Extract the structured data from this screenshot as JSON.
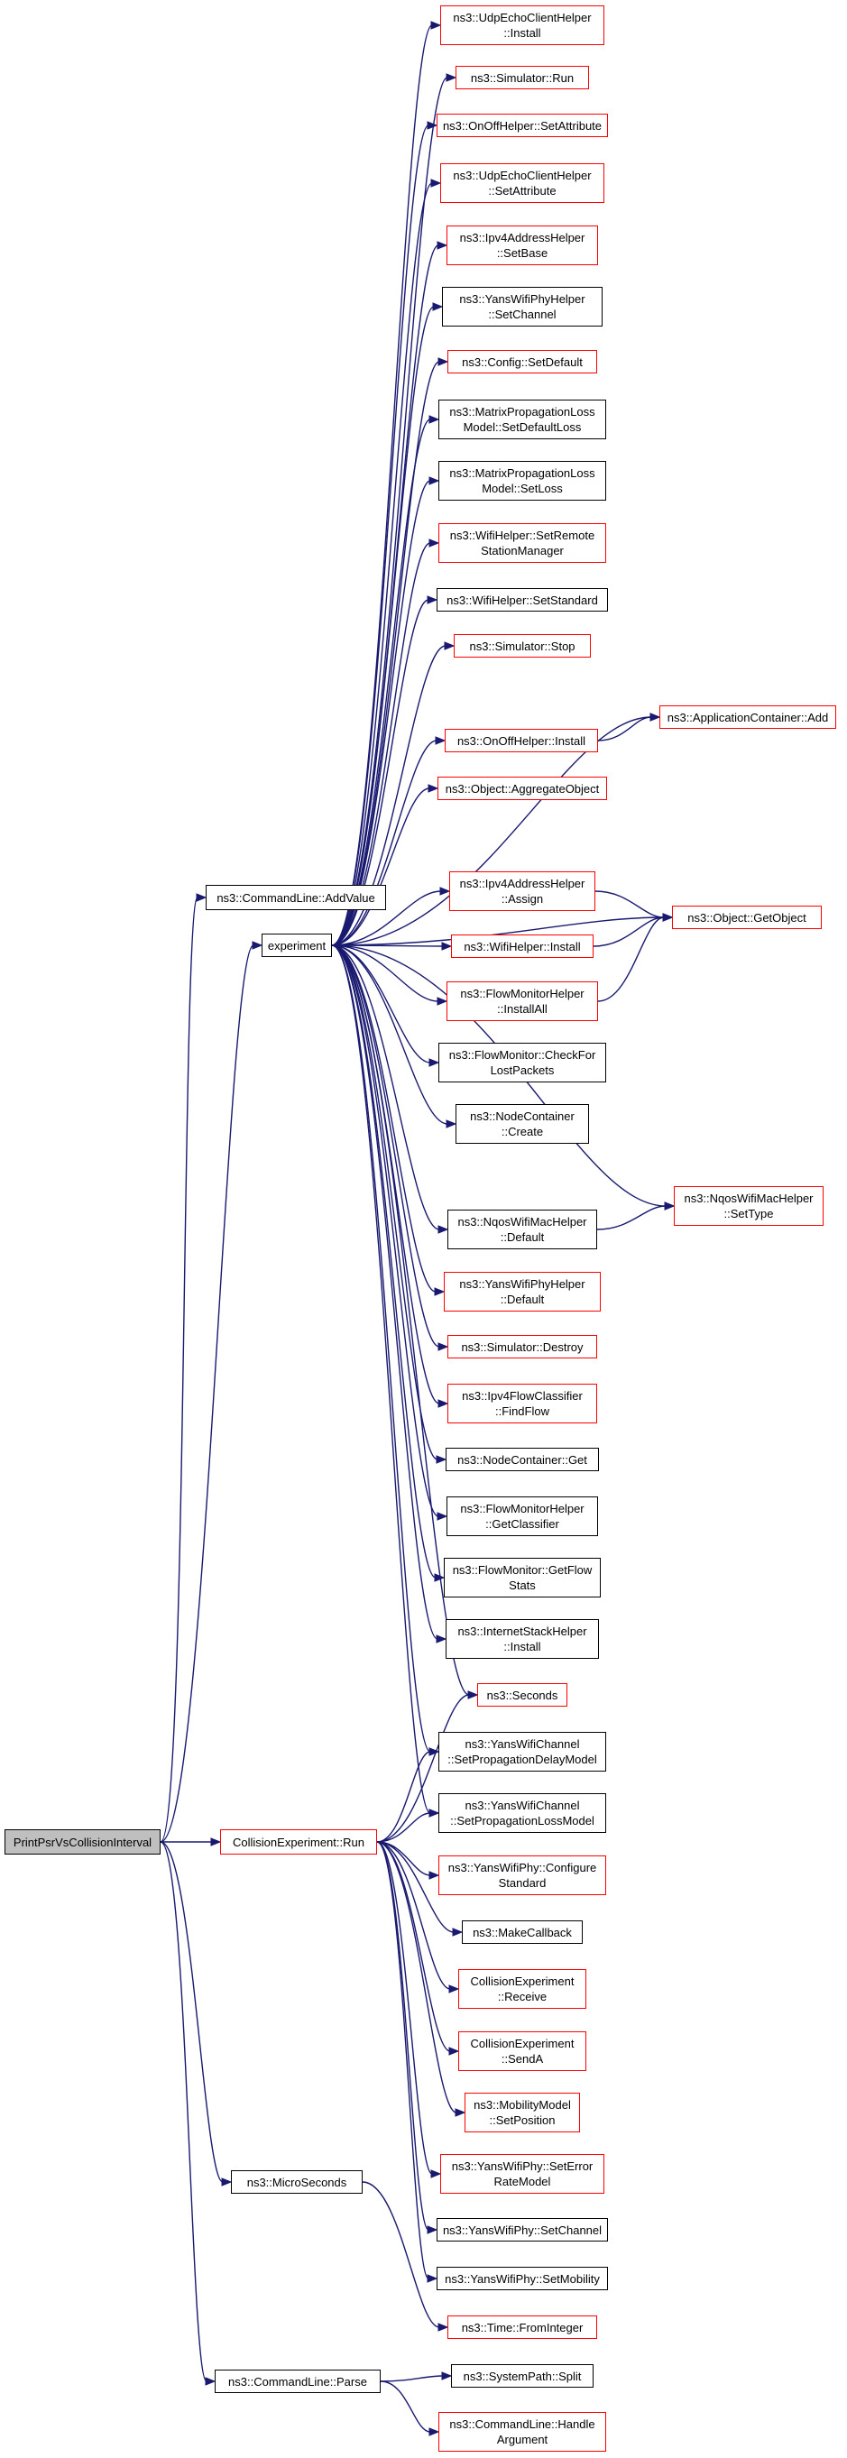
{
  "colors": {
    "edge": "#191970",
    "node_border": "#000000",
    "node_border_missing_doc": "#ff0000",
    "root_fill": "#bfbfbf"
  },
  "nodes": {
    "print_psr": {
      "label": "PrintPsrVsCollisionInterval",
      "style": "root"
    },
    "cmdline_addvalue": {
      "label": "ns3::CommandLine::AddValue",
      "style": "black"
    },
    "experiment": {
      "label": "experiment",
      "style": "black"
    },
    "collision_run": {
      "label": "CollisionExperiment::Run",
      "style": "red"
    },
    "microseconds": {
      "label": "ns3::MicroSeconds",
      "style": "black"
    },
    "cmdline_parse": {
      "label": "ns3::CommandLine::Parse",
      "style": "black"
    },
    "udpecho_install": {
      "label": "ns3::UdpEchoClientHelper\n::Install",
      "style": "red"
    },
    "sim_run": {
      "label": "ns3::Simulator::Run",
      "style": "red"
    },
    "onoff_setattr": {
      "label": "ns3::OnOffHelper::SetAttribute",
      "style": "red"
    },
    "udpecho_setattr": {
      "label": "ns3::UdpEchoClientHelper\n::SetAttribute",
      "style": "red"
    },
    "ipv4addr_setbase": {
      "label": "ns3::Ipv4AddressHelper\n::SetBase",
      "style": "red"
    },
    "yansphyhelper_setchannel": {
      "label": "ns3::YansWifiPhyHelper\n::SetChannel",
      "style": "black"
    },
    "config_setdefault": {
      "label": "ns3::Config::SetDefault",
      "style": "red"
    },
    "matrix_setdefaultloss": {
      "label": "ns3::MatrixPropagationLoss\nModel::SetDefaultLoss",
      "style": "black"
    },
    "matrix_setloss": {
      "label": "ns3::MatrixPropagationLoss\nModel::SetLoss",
      "style": "black"
    },
    "wifihelper_setremote": {
      "label": "ns3::WifiHelper::SetRemote\nStationManager",
      "style": "red"
    },
    "wifihelper_setstandard": {
      "label": "ns3::WifiHelper::SetStandard",
      "style": "black"
    },
    "sim_stop": {
      "label": "ns3::Simulator::Stop",
      "style": "red"
    },
    "onoff_install": {
      "label": "ns3::OnOffHelper::Install",
      "style": "red"
    },
    "appcontainer_add": {
      "label": "ns3::ApplicationContainer::Add",
      "style": "red"
    },
    "object_aggregate": {
      "label": "ns3::Object::AggregateObject",
      "style": "red"
    },
    "ipv4addr_assign": {
      "label": "ns3::Ipv4AddressHelper\n::Assign",
      "style": "red"
    },
    "object_getobject": {
      "label": "ns3::Object::GetObject",
      "style": "red"
    },
    "wifihelper_install": {
      "label": "ns3::WifiHelper::Install",
      "style": "red"
    },
    "flowmonhelper_installall": {
      "label": "ns3::FlowMonitorHelper\n::InstallAll",
      "style": "red"
    },
    "flowmon_checklost": {
      "label": "ns3::FlowMonitor::CheckFor\nLostPackets",
      "style": "black"
    },
    "nodecontainer_create": {
      "label": "ns3::NodeContainer\n::Create",
      "style": "black"
    },
    "nqoswifimac_settype": {
      "label": "ns3::NqosWifiMacHelper\n::SetType",
      "style": "red"
    },
    "nqoswifimac_default": {
      "label": "ns3::NqosWifiMacHelper\n::Default",
      "style": "black"
    },
    "yansphyhelper_default": {
      "label": "ns3::YansWifiPhyHelper\n::Default",
      "style": "red"
    },
    "sim_destroy": {
      "label": "ns3::Simulator::Destroy",
      "style": "red"
    },
    "ipv4flow_findflow": {
      "label": "ns3::Ipv4FlowClassifier\n::FindFlow",
      "style": "red"
    },
    "nodecontainer_get": {
      "label": "ns3::NodeContainer::Get",
      "style": "black"
    },
    "flowmonhelper_getclassifier": {
      "label": "ns3::FlowMonitorHelper\n::GetClassifier",
      "style": "black"
    },
    "flowmon_getflowstats": {
      "label": "ns3::FlowMonitor::GetFlow\nStats",
      "style": "black"
    },
    "internetstack_install": {
      "label": "ns3::InternetStackHelper\n::Install",
      "style": "black"
    },
    "seconds": {
      "label": "ns3::Seconds",
      "style": "red"
    },
    "yanschannel_setdelay": {
      "label": "ns3::YansWifiChannel\n::SetPropagationDelayModel",
      "style": "black"
    },
    "yanschannel_setloss": {
      "label": "ns3::YansWifiChannel\n::SetPropagationLossModel",
      "style": "black"
    },
    "yansphy_configure": {
      "label": "ns3::YansWifiPhy::Configure\nStandard",
      "style": "red"
    },
    "makecallback": {
      "label": "ns3::MakeCallback",
      "style": "black"
    },
    "collision_receive": {
      "label": "CollisionExperiment\n::Receive",
      "style": "red"
    },
    "collision_senda": {
      "label": "CollisionExperiment\n::SendA",
      "style": "red"
    },
    "mobility_setposition": {
      "label": "ns3::MobilityModel\n::SetPosition",
      "style": "red"
    },
    "yansphy_seterror": {
      "label": "ns3::YansWifiPhy::SetError\nRateModel",
      "style": "red"
    },
    "yansphy_setchannel": {
      "label": "ns3::YansWifiPhy::SetChannel",
      "style": "black"
    },
    "yansphy_setmobility": {
      "label": "ns3::YansWifiPhy::SetMobility",
      "style": "black"
    },
    "time_frominteger": {
      "label": "ns3::Time::FromInteger",
      "style": "red"
    },
    "systempath_split": {
      "label": "ns3::SystemPath::Split",
      "style": "black"
    },
    "cmdline_handlearg": {
      "label": "ns3::CommandLine::Handle\nArgument",
      "style": "red"
    }
  },
  "edges": [
    [
      "print_psr",
      "cmdline_addvalue"
    ],
    [
      "print_psr",
      "experiment"
    ],
    [
      "print_psr",
      "collision_run"
    ],
    [
      "print_psr",
      "microseconds"
    ],
    [
      "print_psr",
      "cmdline_parse"
    ],
    [
      "experiment",
      "udpecho_install"
    ],
    [
      "experiment",
      "sim_run"
    ],
    [
      "experiment",
      "onoff_setattr"
    ],
    [
      "experiment",
      "udpecho_setattr"
    ],
    [
      "experiment",
      "ipv4addr_setbase"
    ],
    [
      "experiment",
      "yansphyhelper_setchannel"
    ],
    [
      "experiment",
      "config_setdefault"
    ],
    [
      "experiment",
      "matrix_setdefaultloss"
    ],
    [
      "experiment",
      "matrix_setloss"
    ],
    [
      "experiment",
      "wifihelper_setremote"
    ],
    [
      "experiment",
      "wifihelper_setstandard"
    ],
    [
      "experiment",
      "sim_stop"
    ],
    [
      "experiment",
      "appcontainer_add"
    ],
    [
      "experiment",
      "onoff_install"
    ],
    [
      "experiment",
      "object_aggregate"
    ],
    [
      "experiment",
      "object_getobject"
    ],
    [
      "experiment",
      "ipv4addr_assign"
    ],
    [
      "experiment",
      "wifihelper_install"
    ],
    [
      "experiment",
      "flowmonhelper_installall"
    ],
    [
      "experiment",
      "flowmon_checklost"
    ],
    [
      "experiment",
      "nodecontainer_create"
    ],
    [
      "experiment",
      "nqoswifimac_settype"
    ],
    [
      "experiment",
      "nqoswifimac_default"
    ],
    [
      "experiment",
      "yansphyhelper_default"
    ],
    [
      "experiment",
      "sim_destroy"
    ],
    [
      "experiment",
      "ipv4flow_findflow"
    ],
    [
      "experiment",
      "nodecontainer_get"
    ],
    [
      "experiment",
      "flowmonhelper_getclassifier"
    ],
    [
      "experiment",
      "flowmon_getflowstats"
    ],
    [
      "experiment",
      "internetstack_install"
    ],
    [
      "experiment",
      "seconds"
    ],
    [
      "experiment",
      "yanschannel_setdelay"
    ],
    [
      "experiment",
      "yanschannel_setloss"
    ],
    [
      "onoff_install",
      "appcontainer_add"
    ],
    [
      "ipv4addr_assign",
      "object_getobject"
    ],
    [
      "wifihelper_install",
      "object_getobject"
    ],
    [
      "flowmonhelper_installall",
      "object_getobject"
    ],
    [
      "nqoswifimac_default",
      "nqoswifimac_settype"
    ],
    [
      "collision_run",
      "seconds"
    ],
    [
      "collision_run",
      "yanschannel_setdelay"
    ],
    [
      "collision_run",
      "yanschannel_setloss"
    ],
    [
      "collision_run",
      "yansphy_configure"
    ],
    [
      "collision_run",
      "makecallback"
    ],
    [
      "collision_run",
      "collision_receive"
    ],
    [
      "collision_run",
      "collision_senda"
    ],
    [
      "collision_run",
      "mobility_setposition"
    ],
    [
      "collision_run",
      "yansphy_seterror"
    ],
    [
      "collision_run",
      "yansphy_setchannel"
    ],
    [
      "collision_run",
      "yansphy_setmobility"
    ],
    [
      "microseconds",
      "time_frominteger"
    ],
    [
      "cmdline_parse",
      "systempath_split"
    ],
    [
      "cmdline_parse",
      "cmdline_handlearg"
    ]
  ]
}
